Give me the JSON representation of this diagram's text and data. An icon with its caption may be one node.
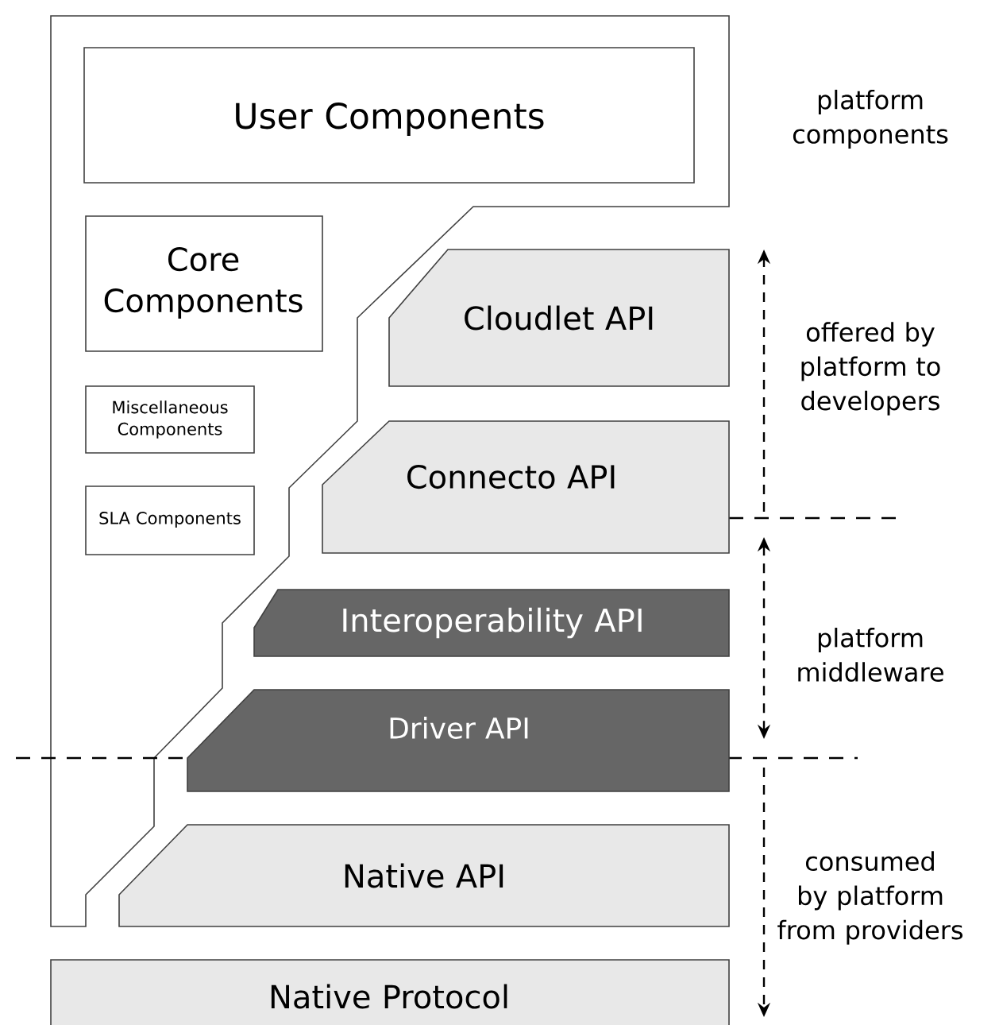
{
  "diagram": {
    "nodes": [
      {
        "text": [
          "User Components"
        ]
      },
      {
        "text": [
          "Core Components"
        ]
      },
      {
        "text": [
          "Miscellaneous Components"
        ]
      },
      {
        "text": [
          "SLA Components"
        ]
      },
      {
        "text": [
          "Cloudlet API"
        ]
      },
      {
        "text": [
          "Connecto  API"
        ]
      },
      {
        "text": [
          "Interoperability API"
        ]
      },
      {
        "text": [
          "Driver API"
        ]
      },
      {
        "text": [
          "Native API"
        ]
      },
      {
        "text": [
          "Native Protocol"
        ]
      }
    ],
    "labels": [
      "platform components",
      "offered by platform to developers",
      "platform middleware",
      "consumed by platform from providers"
    ]
  }
}
